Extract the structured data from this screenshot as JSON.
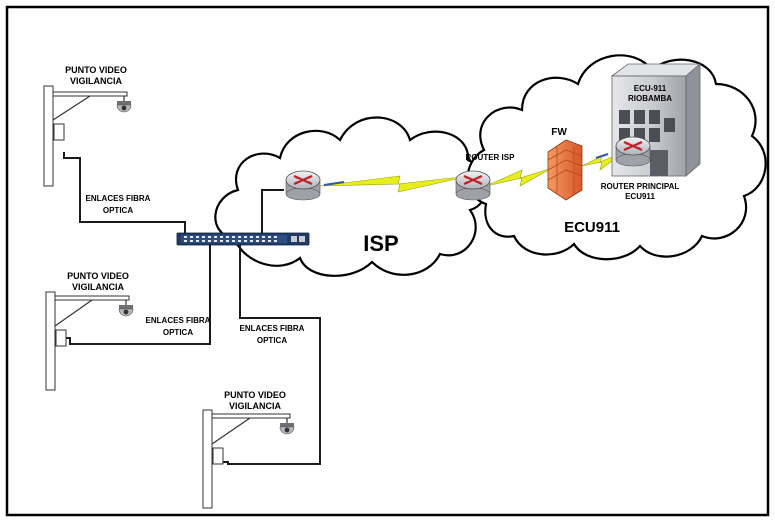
{
  "labels": {
    "camera_top_line1": "PUNTO VIDEO",
    "camera_top_line2": "VIGILANCIA",
    "camera_mid_line1": "PUNTO VIDEO",
    "camera_mid_line2": "VIGILANCIA",
    "camera_bottom_line1": "PUNTO VIDEO",
    "camera_bottom_line2": "VIGILANCIA",
    "fiber_top_line1": "ENLACES FIBRA",
    "fiber_top_line2": "OPTICA",
    "fiber_mid_line1": "ENLACES FIBRA",
    "fiber_mid_line2": "OPTICA",
    "fiber_bottom_line1": "ENLACES FIBRA",
    "fiber_bottom_line2": "OPTICA",
    "isp_cloud": "ISP",
    "ecu_cloud": "ECU911",
    "router_isp": "ROUTER ISP",
    "firewall": "FW",
    "building_line1": "ECU-911",
    "building_line2": "RIOBAMBA",
    "router_principal_line1": "ROUTER PRINCIPAL",
    "router_principal_line2": "ECU911"
  },
  "colors": {
    "border": "#000000",
    "cable": "#1a1a1a",
    "lightning": "#e8ee1a",
    "firewall": "#f07a3c",
    "router": "#d9dbe0",
    "router_arrow": "#c0222b",
    "switch": "#1f3b66",
    "building": "#c9cbcf"
  }
}
